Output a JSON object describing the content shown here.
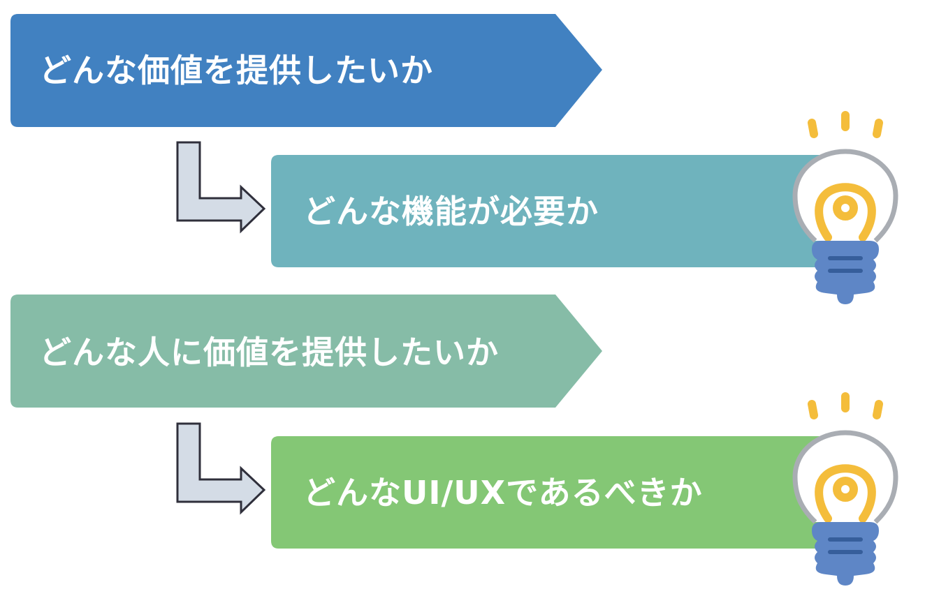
{
  "colors": {
    "blue": "#4181c1",
    "teal": "#6fb3bd",
    "sage": "#86bca7",
    "green": "#84c775",
    "arrow_fill": "#d4dce6",
    "arrow_stroke": "#2f2f3b",
    "bulb_glass": "#a9adb3",
    "bulb_filament": "#f4bd3b",
    "bulb_base": "#5e86c6",
    "bulb_base_line": "#365e9b"
  },
  "steps": [
    {
      "text": "どんな価値を提供したいか",
      "shape": "pentagon-arrow"
    },
    {
      "text": "どんな機能が必要か",
      "shape": "box",
      "icon": "light-bulb-icon"
    },
    {
      "text": "どんな人に価値を提供したいか",
      "shape": "pentagon-arrow"
    },
    {
      "text": "どんなUI/UXであるべきか",
      "shape": "box",
      "icon": "light-bulb-icon"
    }
  ]
}
